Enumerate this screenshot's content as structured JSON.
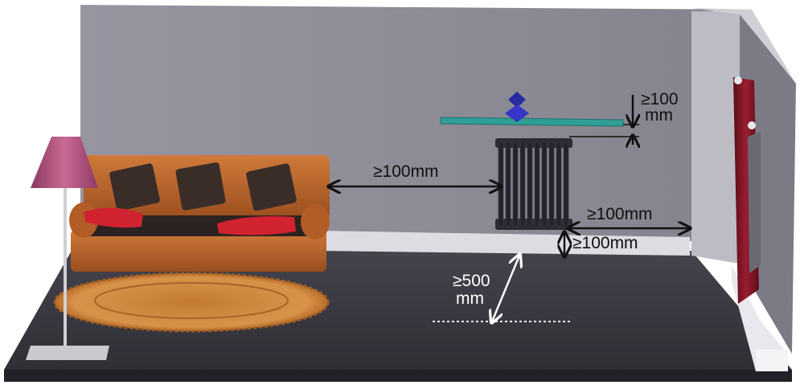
{
  "colors": {
    "wall": "#8d8c95",
    "floor": "#3b3a42",
    "sofa": "#b9642a",
    "cushion": "#3a2d28",
    "pillow": "#d12230",
    "radiator": "#22232b",
    "shelf": "#2f9f95",
    "rug": "#d08a3c",
    "lamp_shade": "#b0507a",
    "curtain": "#7d1424",
    "arrow_dark": "#111111",
    "arrow_light": "#ffffff"
  },
  "labels": {
    "sofa_gap": "≥100mm",
    "shelf_gap_value": "≥100",
    "shelf_gap_unit": "mm",
    "side_wall_gap": "≥100mm",
    "floor_gap": "≥100mm",
    "front_gap_value": "≥500",
    "front_gap_unit": "mm"
  }
}
